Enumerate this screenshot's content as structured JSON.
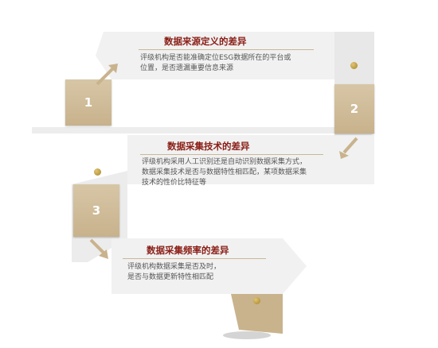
{
  "sections": [
    {
      "number": "1",
      "title": "数据来源定义的差异",
      "desc_line1": "评级机构是否能准确定位ESG数据所在的平台或",
      "desc_line2": "位置，是否遗漏重要信息来源"
    },
    {
      "number": "2",
      "title": "数据采集技术的差异",
      "desc_line1": "评级机构采用人工识别还是自动识别数据采集方式，",
      "desc_line2": "数据采集技术是否与数据特性相匹配，某项数据采集",
      "desc_line3": "技术的性价比特征等"
    },
    {
      "number": "3",
      "title": "数据采集频率的差异",
      "desc_line1": "评级机构数据采集是否及时，",
      "desc_line2": "是否与数据更新特性相匹配"
    }
  ],
  "colors": {
    "accent": "#8a1e16",
    "box": "#c9b38d",
    "band": "#f2f2f2"
  }
}
